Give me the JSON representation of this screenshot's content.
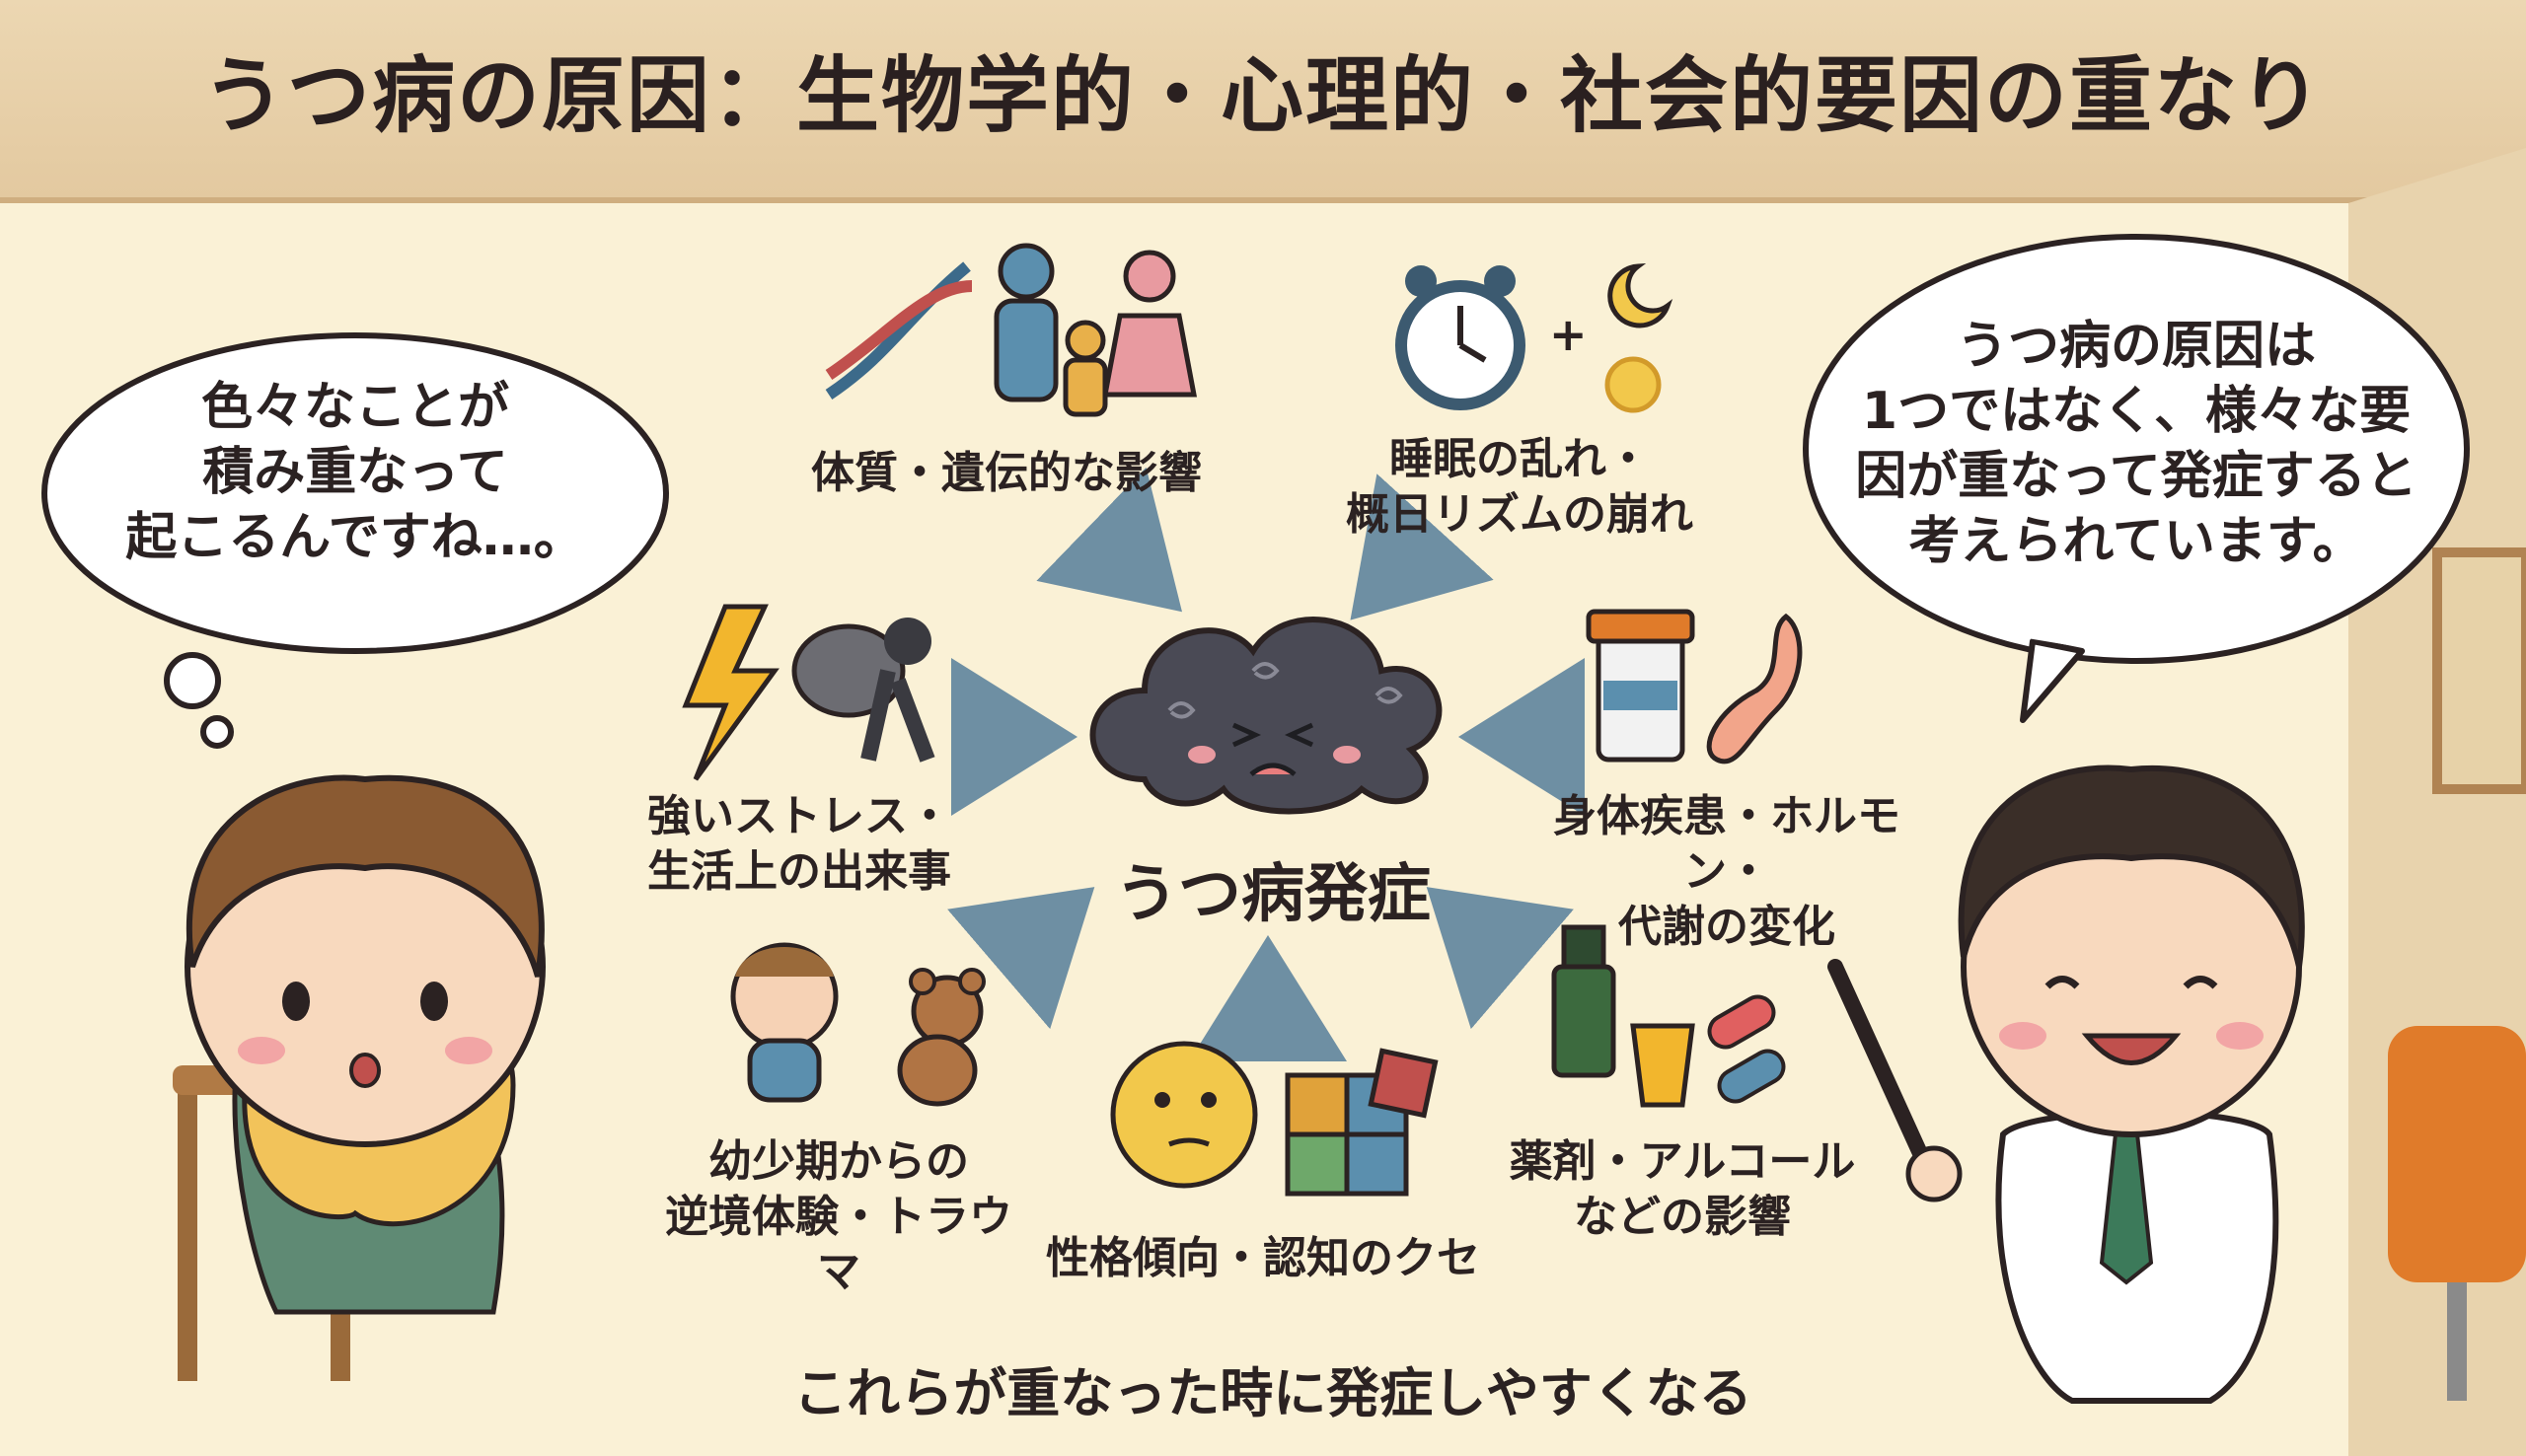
{
  "title": "うつ病の原因：生物学的・心理的・社会的要因の重なり",
  "patient_bubble": [
    "色々なことが",
    "積み重なって",
    "起こるんですね…。"
  ],
  "doctor_bubble": [
    "うつ病の原因は",
    "1つではなく、様々な要",
    "因が重なって発症すると",
    "考えられています。"
  ],
  "center": "うつ病発症",
  "factors": {
    "genetic": [
      "体質・遺伝的な影響"
    ],
    "sleep": [
      "睡眠の乱れ・",
      "概日リズムの崩れ"
    ],
    "stress": [
      "強いストレス・",
      "生活上の出来事"
    ],
    "physical": [
      "身体疾患・ホルモン・",
      "代謝の変化"
    ],
    "childhood": [
      "幼少期からの",
      "逆境体験・トラウマ"
    ],
    "personality": [
      "性格傾向・認知のクセ"
    ],
    "substance": [
      "薬剤・アルコール",
      "などの影響"
    ]
  },
  "bottom": "これらが重なった時に発症しやすくなる",
  "colors": {
    "arrow": "#6e8fa3",
    "cloud": "#4a4a55",
    "title_bg": "#e6cfa8",
    "board": "#faf1d6"
  }
}
